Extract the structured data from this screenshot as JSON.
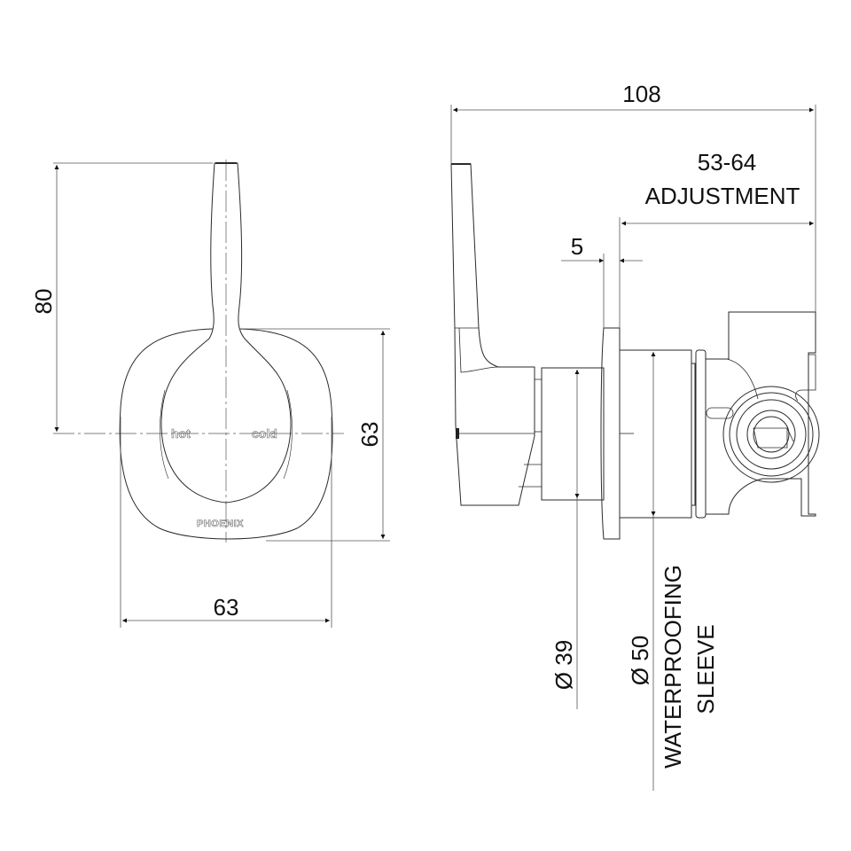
{
  "drawing": {
    "type": "technical dimension drawing",
    "views": [
      "front",
      "side"
    ]
  },
  "front_view": {
    "labels": {
      "hot": "hot",
      "cold": "cold",
      "brand": "PHOENIX"
    },
    "dimensions": {
      "height_overall": "80",
      "plate_height": "63",
      "plate_width": "63"
    }
  },
  "side_view": {
    "dimensions": {
      "overall_depth": "108",
      "adjustment_value": "53-64",
      "adjustment_label": "ADJUSTMENT",
      "plate_thickness": "5",
      "body_diameter": "Ø 39",
      "sleeve_diameter": "Ø 50"
    },
    "notes": {
      "sleeve_line1": "WATERPROOFING",
      "sleeve_line2": "SLEEVE"
    }
  },
  "colors": {
    "line": "#2a2a2a",
    "dim_line": "#555555",
    "text": "#111111"
  }
}
